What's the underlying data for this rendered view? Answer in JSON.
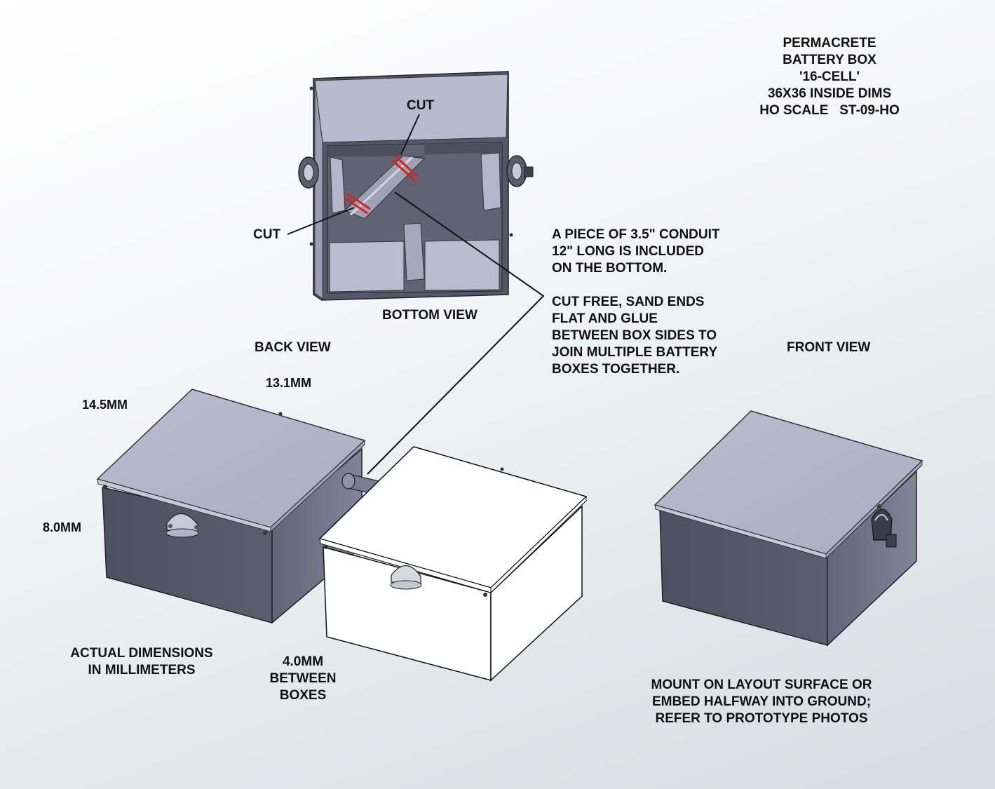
{
  "title": {
    "line1": "PERMACRETE",
    "line2": "BATTERY BOX",
    "line3": "'16-CELL'",
    "line4": "36X36 INSIDE DIMS",
    "line5": "HO SCALE   ST-09-HO"
  },
  "views": {
    "bottom": "BOTTOM VIEW",
    "back": "BACK VIEW",
    "front": "FRONT VIEW"
  },
  "cut_labels": {
    "top": "CUT",
    "left": "CUT"
  },
  "conduit_note": {
    "line1": "A PIECE OF 3.5\" CONDUIT",
    "line2": "12\" LONG IS INCLUDED",
    "line3": "ON THE BOTTOM.",
    "line4": "CUT FREE, SAND ENDS",
    "line5": "FLAT AND GLUE",
    "line6": "BETWEEN BOX SIDES TO",
    "line7": "JOIN MULTIPLE BATTERY",
    "line8": "BOXES TOGETHER."
  },
  "dimensions": {
    "width": "13.1MM",
    "depth": "14.5MM",
    "height": "8.0MM",
    "gap_line1": "4.0MM",
    "gap_line2": "BETWEEN",
    "gap_line3": "BOXES"
  },
  "units_note": {
    "line1": "ACTUAL DIMENSIONS",
    "line2": "IN MILLIMETERS"
  },
  "mount_note": {
    "line1": "MOUNT ON LAYOUT SURFACE OR",
    "line2": "EMBED HALFWAY INTO GROUND;",
    "line3": "REFER TO PROTOTYPE PHOTOS"
  },
  "colors": {
    "lid_light": "#b3b8cc",
    "lid_top": "#aeb3c7",
    "side_dark": "#4f5363",
    "side_mid": "#6e7387",
    "cavity": "#5d6170",
    "cut_mark": "#e02020"
  }
}
